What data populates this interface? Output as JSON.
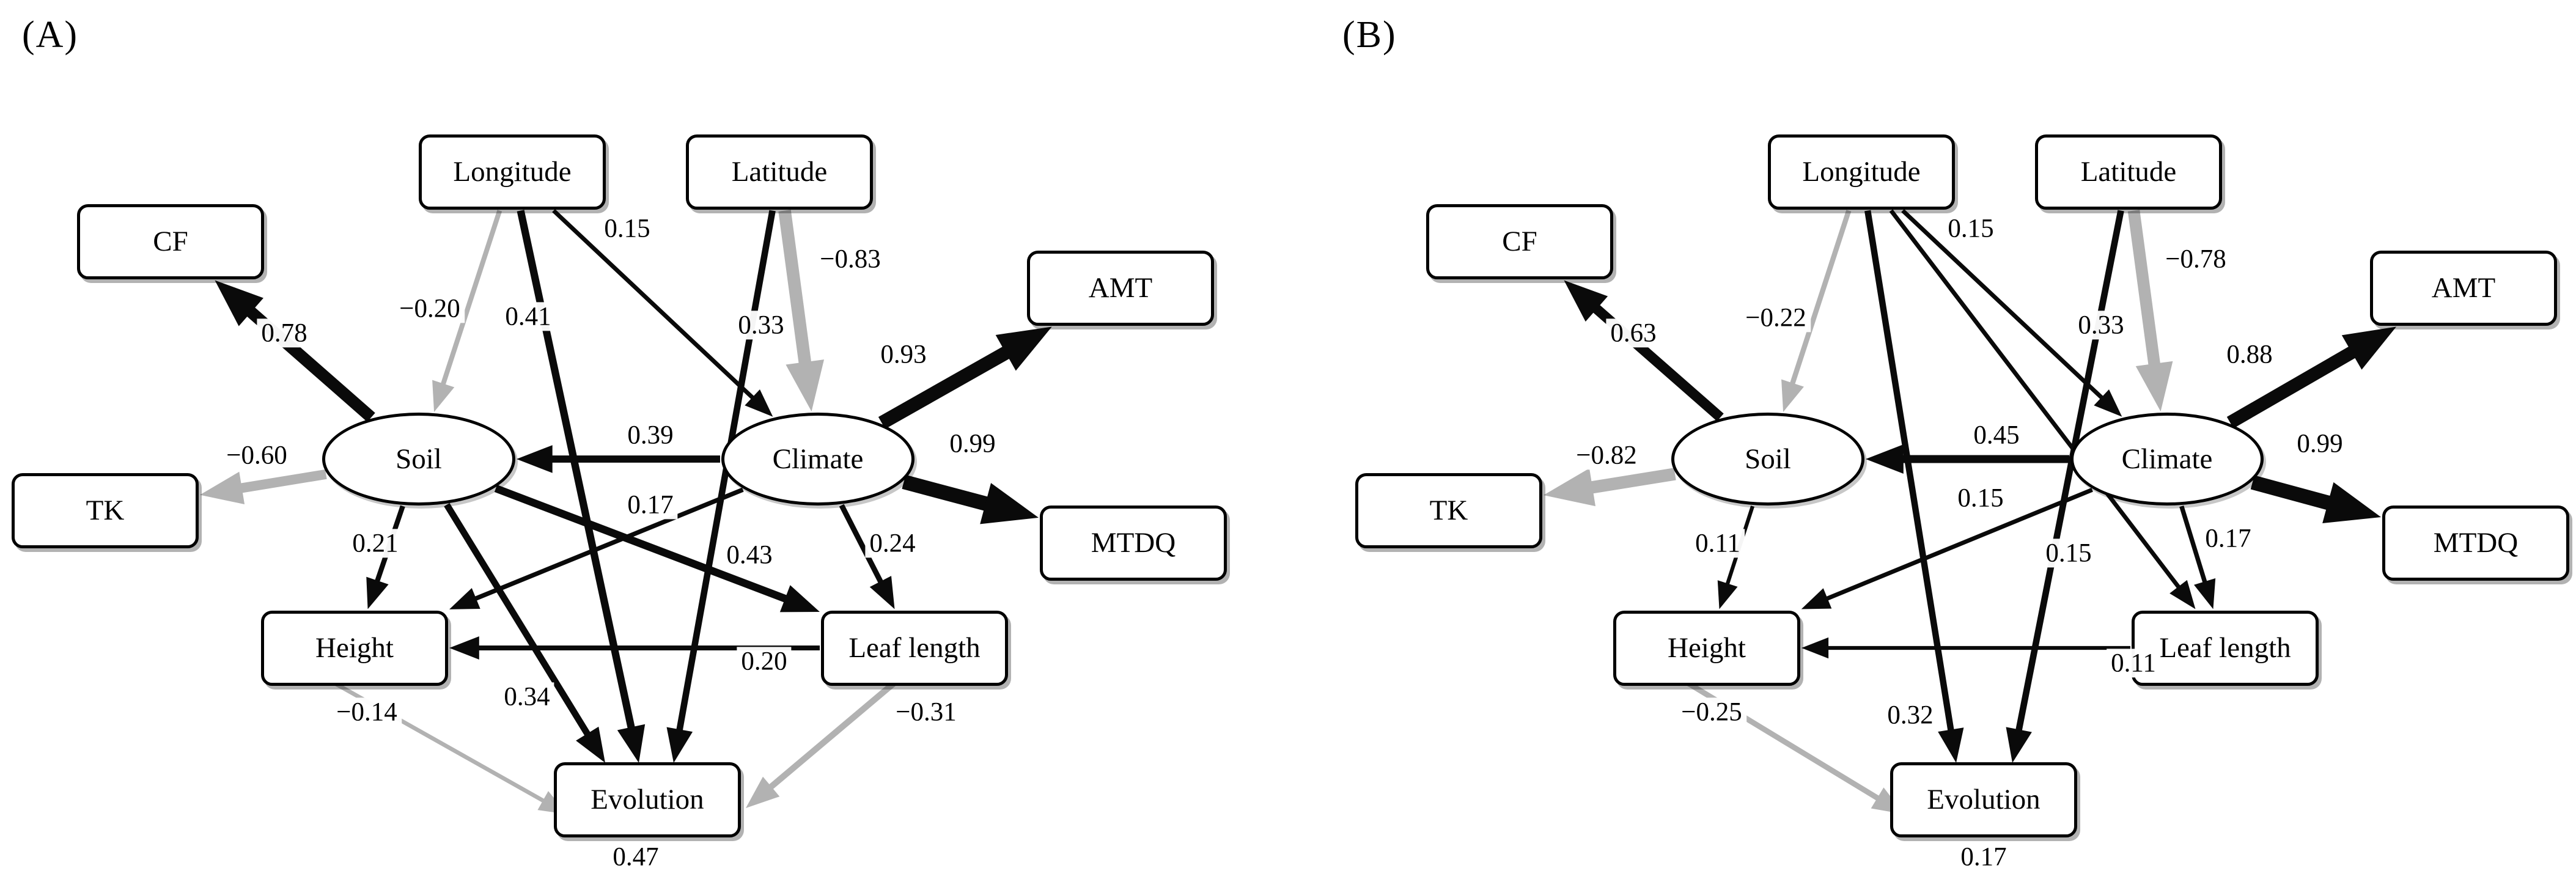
{
  "figure": {
    "colors": {
      "positive_path": "#0a0a0a",
      "negative_path": "#b2b2b2",
      "node_fill": "#ffffff",
      "node_border": "#000000",
      "background": "#ffffff"
    },
    "panels": [
      {
        "id": "A",
        "letter": "(A)",
        "nodes": [
          {
            "id": "Longitude",
            "label": "Longitude",
            "shape": "box"
          },
          {
            "id": "Latitude",
            "label": "Latitude",
            "shape": "box"
          },
          {
            "id": "CF",
            "label": "CF",
            "shape": "box"
          },
          {
            "id": "TK",
            "label": "TK",
            "shape": "box"
          },
          {
            "id": "AMT",
            "label": "AMT",
            "shape": "box"
          },
          {
            "id": "MTDQ",
            "label": "MTDQ",
            "shape": "box"
          },
          {
            "id": "Soil",
            "label": "Soil",
            "shape": "ellipse"
          },
          {
            "id": "Climate",
            "label": "Climate",
            "shape": "ellipse"
          },
          {
            "id": "Height",
            "label": "Height",
            "shape": "box"
          },
          {
            "id": "LeafLength",
            "label": "Leaf length",
            "shape": "box"
          },
          {
            "id": "Evolution",
            "label": "Evolution",
            "shape": "box"
          }
        ],
        "paths": [
          {
            "from": "Soil",
            "to": "CF",
            "coef": "0.78",
            "value": 0.78
          },
          {
            "from": "Soil",
            "to": "TK",
            "coef": "−0.60",
            "value": -0.6
          },
          {
            "from": "Longitude",
            "to": "Soil",
            "coef": "−0.20",
            "value": -0.2
          },
          {
            "from": "Longitude",
            "to": "Climate",
            "coef": "0.15",
            "value": 0.15
          },
          {
            "from": "Longitude",
            "to": "Evolution",
            "coef": "0.41",
            "value": 0.41
          },
          {
            "from": "Latitude",
            "to": "Climate",
            "coef": "−0.83",
            "value": -0.83
          },
          {
            "from": "Latitude",
            "to": "Evolution",
            "coef": "0.33",
            "value": 0.33
          },
          {
            "from": "Climate",
            "to": "Soil",
            "coef": "0.39",
            "value": 0.39
          },
          {
            "from": "Climate",
            "to": "AMT",
            "coef": "0.93",
            "value": 0.93
          },
          {
            "from": "Climate",
            "to": "MTDQ",
            "coef": "0.99",
            "value": 0.99
          },
          {
            "from": "Climate",
            "to": "Height",
            "coef": "0.17",
            "value": 0.17
          },
          {
            "from": "Climate",
            "to": "LeafLength",
            "coef": "0.24",
            "value": 0.24
          },
          {
            "from": "Soil",
            "to": "Height",
            "coef": "0.21",
            "value": 0.21
          },
          {
            "from": "Soil",
            "to": "LeafLength",
            "coef": "0.43",
            "value": 0.43
          },
          {
            "from": "Soil",
            "to": "Evolution",
            "coef": "0.34",
            "value": 0.34
          },
          {
            "from": "LeafLength",
            "to": "Height",
            "coef": "0.20",
            "value": 0.2
          },
          {
            "from": "Height",
            "to": "Evolution",
            "coef": "−0.14",
            "value": -0.14
          },
          {
            "from": "LeafLength",
            "to": "Evolution",
            "coef": "−0.31",
            "value": -0.31
          }
        ],
        "evolution_variance": "0.47"
      },
      {
        "id": "B",
        "letter": "(B)",
        "nodes": [
          {
            "id": "Longitude",
            "label": "Longitude",
            "shape": "box"
          },
          {
            "id": "Latitude",
            "label": "Latitude",
            "shape": "box"
          },
          {
            "id": "CF",
            "label": "CF",
            "shape": "box"
          },
          {
            "id": "TK",
            "label": "TK",
            "shape": "box"
          },
          {
            "id": "AMT",
            "label": "AMT",
            "shape": "box"
          },
          {
            "id": "MTDQ",
            "label": "MTDQ",
            "shape": "box"
          },
          {
            "id": "Soil",
            "label": "Soil",
            "shape": "ellipse"
          },
          {
            "id": "Climate",
            "label": "Climate",
            "shape": "ellipse"
          },
          {
            "id": "Height",
            "label": "Height",
            "shape": "box"
          },
          {
            "id": "LeafLength",
            "label": "Leaf length",
            "shape": "box"
          },
          {
            "id": "Evolution",
            "label": "Evolution",
            "shape": "box"
          }
        ],
        "paths": [
          {
            "from": "Soil",
            "to": "CF",
            "coef": "0.63",
            "value": 0.63
          },
          {
            "from": "Soil",
            "to": "TK",
            "coef": "−0.82",
            "value": -0.82
          },
          {
            "from": "Longitude",
            "to": "Soil",
            "coef": "−0.22",
            "value": -0.22
          },
          {
            "from": "Longitude",
            "to": "Climate",
            "coef": "0.15",
            "value": 0.15
          },
          {
            "from": "Longitude",
            "to": "LeafLength",
            "coef": "0.15",
            "value": 0.15
          },
          {
            "from": "Longitude",
            "to": "Evolution",
            "coef": "0.32",
            "value": 0.32
          },
          {
            "from": "Latitude",
            "to": "Climate",
            "coef": "−0.78",
            "value": -0.78
          },
          {
            "from": "Latitude",
            "to": "Evolution",
            "coef": "0.33",
            "value": 0.33
          },
          {
            "from": "Climate",
            "to": "Soil",
            "coef": "0.45",
            "value": 0.45
          },
          {
            "from": "Climate",
            "to": "AMT",
            "coef": "0.88",
            "value": 0.88
          },
          {
            "from": "Climate",
            "to": "MTDQ",
            "coef": "0.99",
            "value": 0.99
          },
          {
            "from": "Climate",
            "to": "Height",
            "coef": "0.15",
            "value": 0.15
          },
          {
            "from": "Climate",
            "to": "LeafLength",
            "coef": "0.17",
            "value": 0.17
          },
          {
            "from": "Soil",
            "to": "Height",
            "coef": "0.11",
            "value": 0.11
          },
          {
            "from": "LeafLength",
            "to": "Height",
            "coef": "0.11",
            "value": 0.11
          },
          {
            "from": "Height",
            "to": "Evolution",
            "coef": "−0.25",
            "value": -0.25
          }
        ],
        "evolution_variance": "0.17"
      }
    ]
  }
}
